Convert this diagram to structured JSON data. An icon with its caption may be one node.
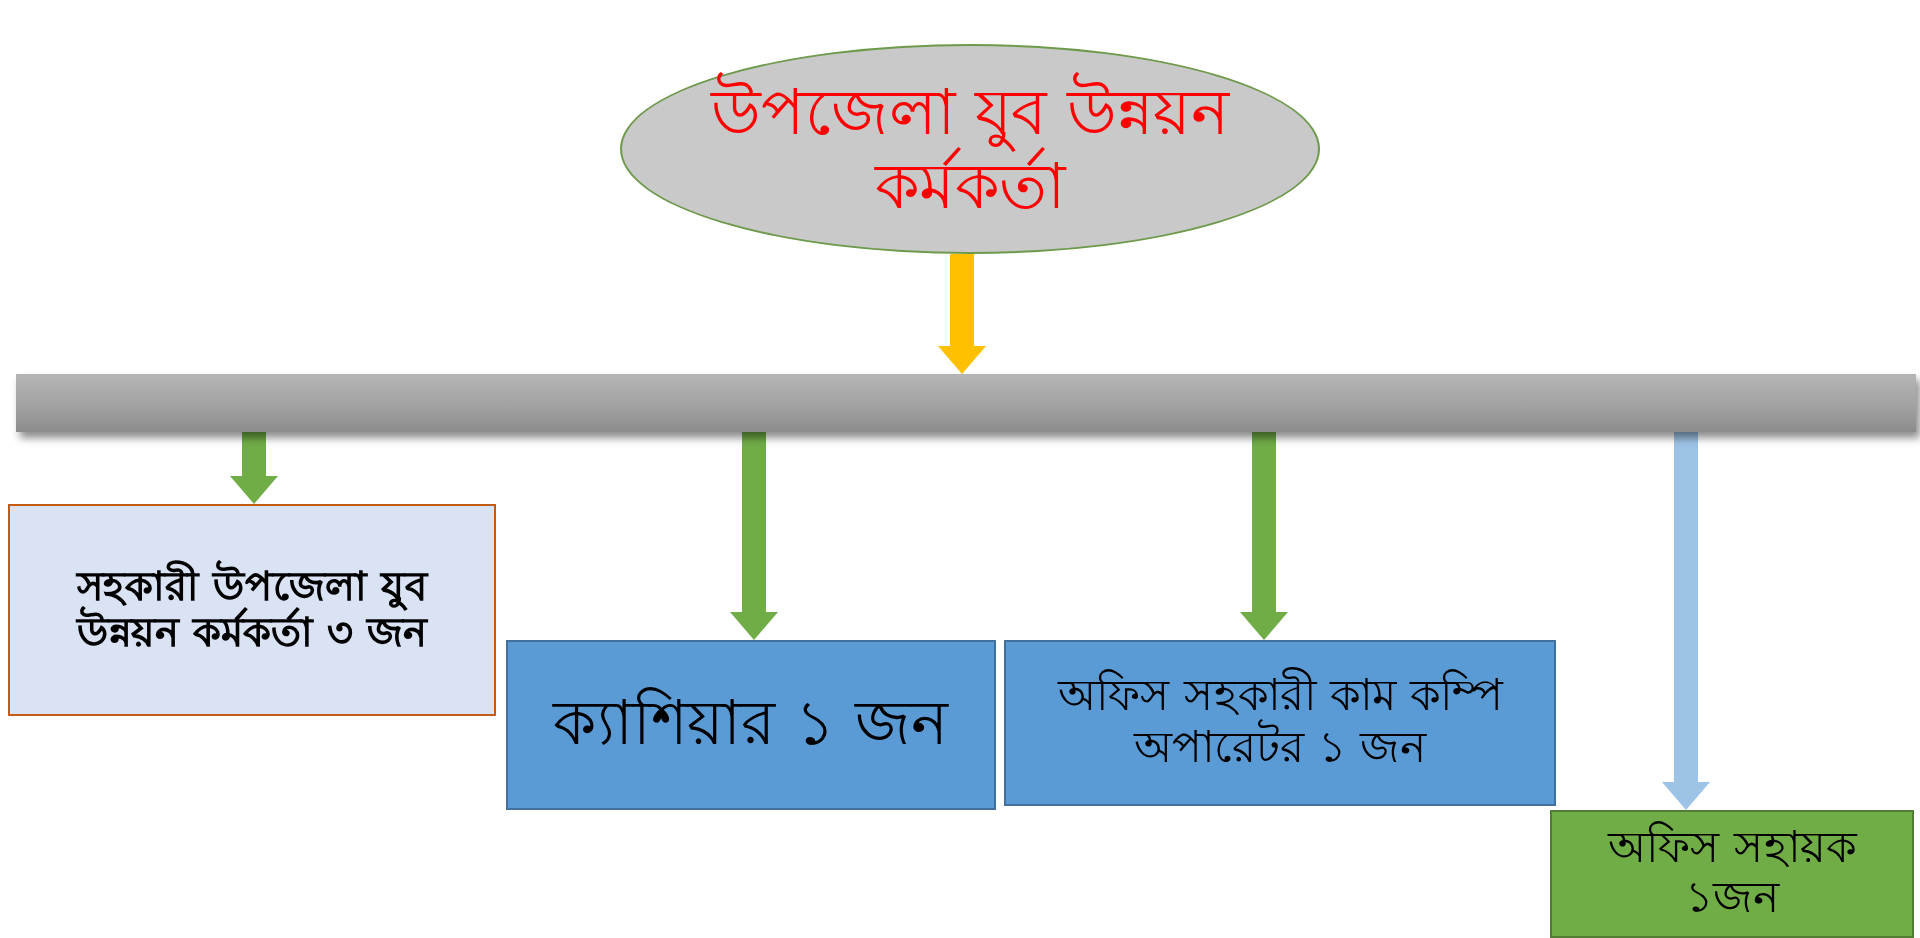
{
  "diagram": {
    "nodes": [
      {
        "text": [
          "উপজেলা যুব উন্নয়ন কর্মকর্তা"
        ]
      },
      {
        "text": [],
        "shape": "bar"
      },
      {
        "text": [
          "সহকারী উপজেলা যুব উন্নয়ন কর্মকর্তা ৩ জন"
        ]
      },
      {
        "text": [
          "ক্যাশিয়ার ১ জন"
        ]
      },
      {
        "text": [
          "অফিস সহকারী কাম কম্পি অপারেটর ১ জন"
        ]
      },
      {
        "text": [
          "অফিস সহায়ক ১জন"
        ]
      }
    ],
    "edges": [
      {
        "from": 0,
        "to": 1,
        "arrow": "to",
        "color": "#ffc000"
      },
      {
        "from": 1,
        "to": 2,
        "arrow": "to"
      },
      {
        "from": 1,
        "to": 3,
        "arrow": "to"
      },
      {
        "from": 1,
        "to": 4,
        "arrow": "to"
      },
      {
        "from": 1,
        "to": 5,
        "arrow": "to",
        "color": "#9dc3e6"
      }
    ]
  }
}
